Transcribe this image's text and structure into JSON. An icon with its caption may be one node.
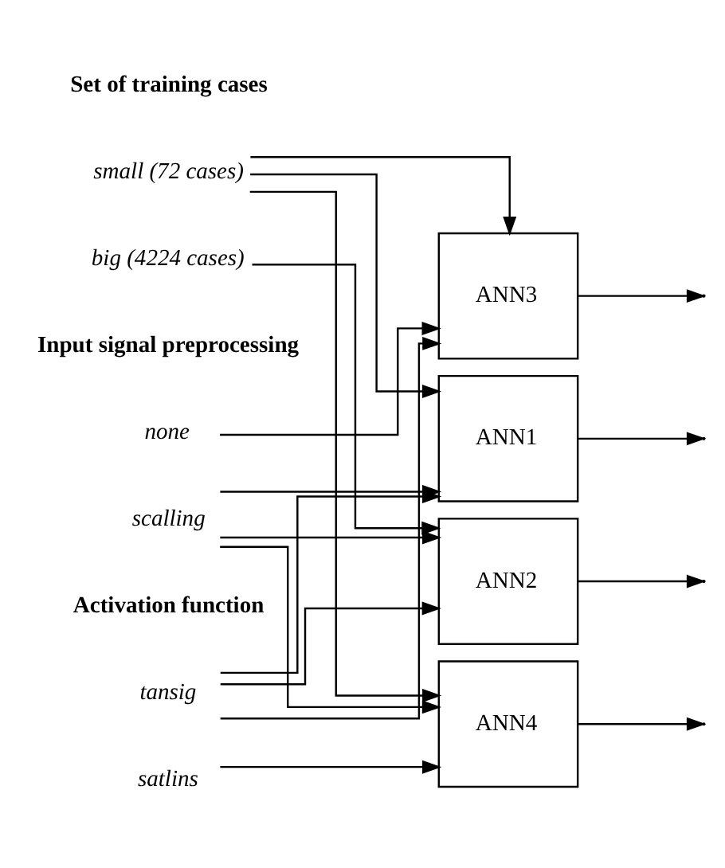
{
  "diagram": {
    "nodes": [
      {
        "text": [
          "small (72 cases)"
        ]
      },
      {
        "text": [
          "big (4224 cases)"
        ]
      },
      {
        "text": [
          "none"
        ]
      },
      {
        "text": [
          "scalling"
        ]
      },
      {
        "text": [
          "tansig"
        ]
      },
      {
        "text": [
          "satlins"
        ]
      },
      {
        "text": [
          "ANN1"
        ]
      },
      {
        "text": [
          "ANN2"
        ]
      },
      {
        "text": [
          "ANN3"
        ]
      },
      {
        "text": [
          "ANN4"
        ]
      }
    ],
    "edges": [
      {
        "from": 0,
        "to": 6,
        "arrow": "to"
      },
      {
        "from": 3,
        "to": 6,
        "arrow": "to"
      },
      {
        "from": 4,
        "to": 6,
        "arrow": "to"
      },
      {
        "from": 1,
        "to": 7,
        "arrow": "to"
      },
      {
        "from": 3,
        "to": 7,
        "arrow": "to"
      },
      {
        "from": 4,
        "to": 7,
        "arrow": "to"
      },
      {
        "from": 0,
        "to": 8,
        "arrow": "to"
      },
      {
        "from": 2,
        "to": 8,
        "arrow": "to"
      },
      {
        "from": 4,
        "to": 8,
        "arrow": "to"
      },
      {
        "from": 0,
        "to": 9,
        "arrow": "to"
      },
      {
        "from": 3,
        "to": 9,
        "arrow": "to"
      },
      {
        "from": 5,
        "to": 9,
        "arrow": "to"
      },
      {
        "from": 6,
        "to": null,
        "arrow": "to"
      },
      {
        "from": 7,
        "to": null,
        "arrow": "to"
      },
      {
        "from": 8,
        "to": null,
        "arrow": "to"
      },
      {
        "from": 9,
        "to": null,
        "arrow": "to"
      }
    ],
    "labels": [
      "Set of training cases",
      "Input signal preprocessing",
      "Activation function"
    ]
  }
}
